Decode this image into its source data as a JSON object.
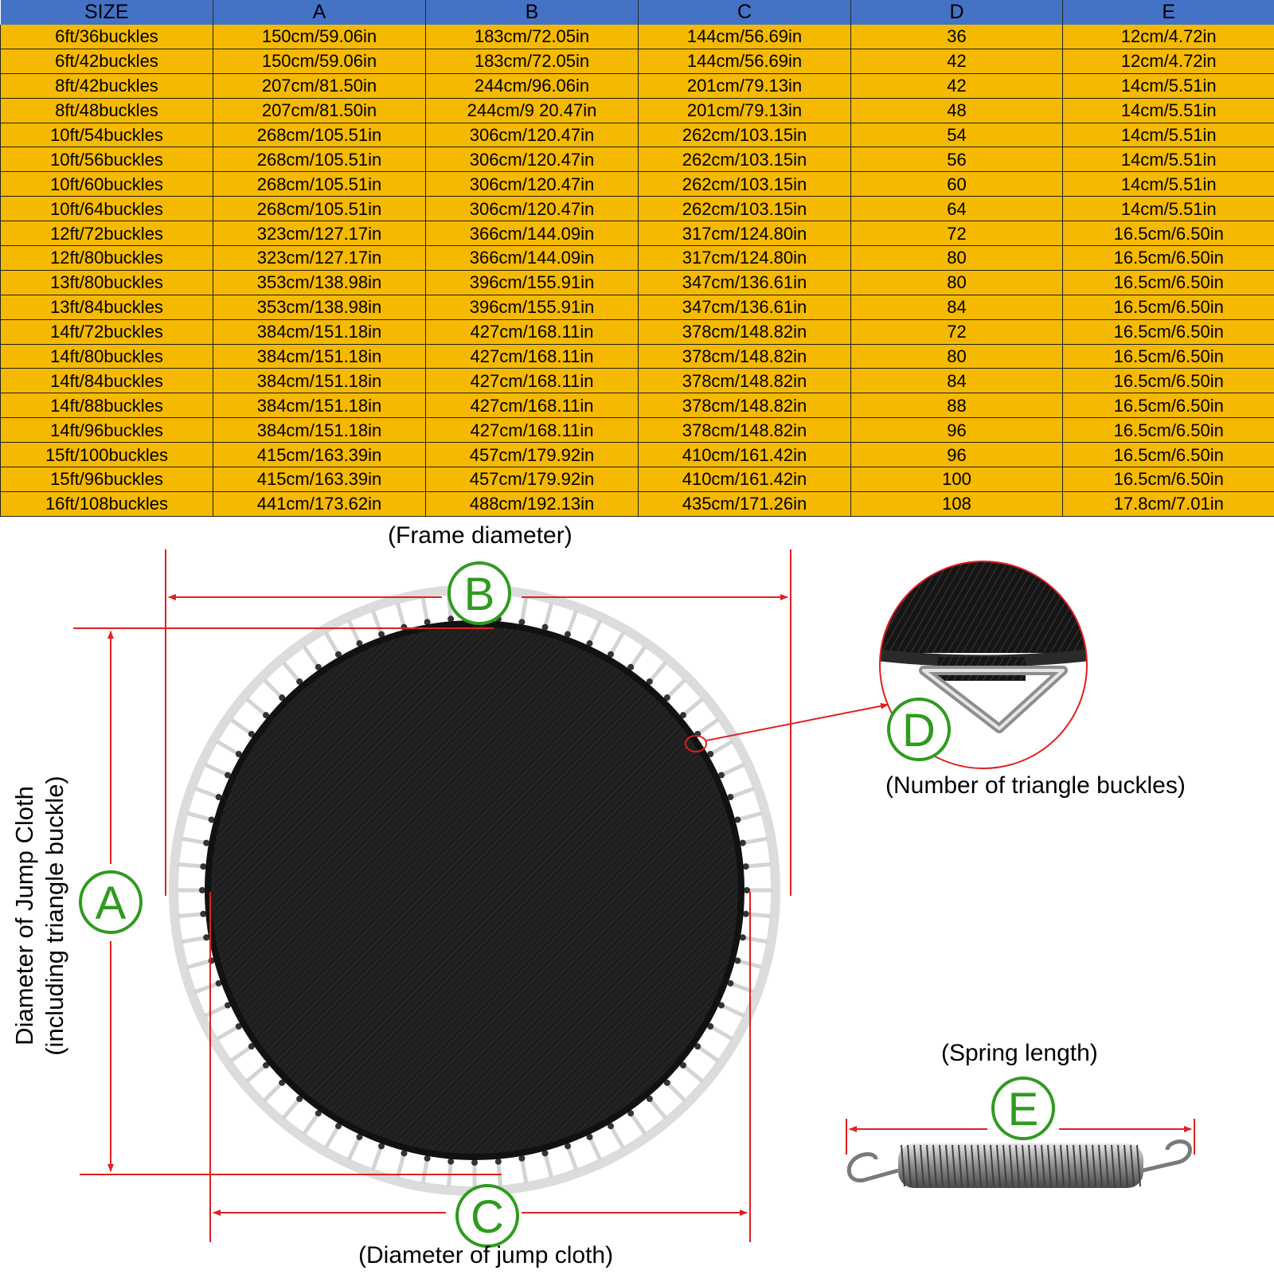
{
  "table": {
    "headers": [
      "SIZE",
      "A",
      "B",
      "C",
      "D",
      "E"
    ],
    "rows": [
      [
        "6ft/36buckles",
        "150cm/59.06in",
        "183cm/72.05in",
        "144cm/56.69in",
        "36",
        "12cm/4.72in"
      ],
      [
        "6ft/42buckles",
        "150cm/59.06in",
        "183cm/72.05in",
        "144cm/56.69in",
        "42",
        "12cm/4.72in"
      ],
      [
        "8ft/42buckles",
        "207cm/81.50in",
        "244cm/96.06in",
        "201cm/79.13in",
        "42",
        "14cm/5.51in"
      ],
      [
        "8ft/48buckles",
        "207cm/81.50in",
        "244cm/9 20.47in",
        "201cm/79.13in",
        "48",
        "14cm/5.51in"
      ],
      [
        "10ft/54buckles",
        "268cm/105.51in",
        "306cm/120.47in",
        "262cm/103.15in",
        "54",
        "14cm/5.51in"
      ],
      [
        "10ft/56buckles",
        "268cm/105.51in",
        "306cm/120.47in",
        "262cm/103.15in",
        "56",
        "14cm/5.51in"
      ],
      [
        "10ft/60buckles",
        "268cm/105.51in",
        "306cm/120.47in",
        "262cm/103.15in",
        "60",
        "14cm/5.51in"
      ],
      [
        "10ft/64buckles",
        "268cm/105.51in",
        "306cm/120.47in",
        "262cm/103.15in",
        "64",
        "14cm/5.51in"
      ],
      [
        "12ft/72buckles",
        "323cm/127.17in",
        "366cm/144.09in",
        "317cm/124.80in",
        "72",
        "16.5cm/6.50in"
      ],
      [
        "12ft/80buckles",
        "323cm/127.17in",
        "366cm/144.09in",
        "317cm/124.80in",
        "80",
        "16.5cm/6.50in"
      ],
      [
        "13ft/80buckles",
        "353cm/138.98in",
        "396cm/155.91in",
        "347cm/136.61in",
        "80",
        "16.5cm/6.50in"
      ],
      [
        "13ft/84buckles",
        "353cm/138.98in",
        "396cm/155.91in",
        "347cm/136.61in",
        "84",
        "16.5cm/6.50in"
      ],
      [
        "14ft/72buckles",
        "384cm/151.18in",
        "427cm/168.11in",
        "378cm/148.82in",
        "72",
        "16.5cm/6.50in"
      ],
      [
        "14ft/80buckles",
        "384cm/151.18in",
        "427cm/168.11in",
        "378cm/148.82in",
        "80",
        "16.5cm/6.50in"
      ],
      [
        "14ft/84buckles",
        "384cm/151.18in",
        "427cm/168.11in",
        "378cm/148.82in",
        "84",
        "16.5cm/6.50in"
      ],
      [
        "14ft/88buckles",
        "384cm/151.18in",
        "427cm/168.11in",
        "378cm/148.82in",
        "88",
        "16.5cm/6.50in"
      ],
      [
        "14ft/96buckles",
        "384cm/151.18in",
        "427cm/168.11in",
        "378cm/148.82in",
        "96",
        "16.5cm/6.50in"
      ],
      [
        "15ft/100buckles",
        "415cm/163.39in",
        "457cm/179.92in",
        "410cm/161.42in",
        "96",
        "16.5cm/6.50in"
      ],
      [
        "15ft/96buckles",
        "415cm/163.39in",
        "457cm/179.92in",
        "410cm/161.42in",
        "100",
        "16.5cm/6.50in"
      ],
      [
        "16ft/108buckles",
        "441cm/173.62in",
        "488cm/192.13in",
        "435cm/171.26in",
        "108",
        "17.8cm/7.01in"
      ]
    ]
  },
  "labels": {
    "frame_diameter": "(Frame diameter)",
    "jump_cloth_diameter": "(Diameter of jump cloth)",
    "buckles": "(Number of triangle buckles)",
    "spring_length": "(Spring length)",
    "vertical_line1": "Diameter of Jump Cloth",
    "vertical_line2": "(including triangle buckle)"
  },
  "badges": {
    "a": "A",
    "b": "B",
    "c": "C",
    "d": "D",
    "e": "E"
  },
  "colors": {
    "header_bg": "#4472c4",
    "row_bg": "#f4b900",
    "dimension_line": "#e02020",
    "badge_green": "#2e9b1e",
    "mat": "#1c1c1c",
    "frame": "#dcdcdc"
  },
  "icons": {
    "trampoline": "trampoline-mat-icon",
    "buckle": "triangle-buckle-icon",
    "spring": "spring-icon"
  }
}
